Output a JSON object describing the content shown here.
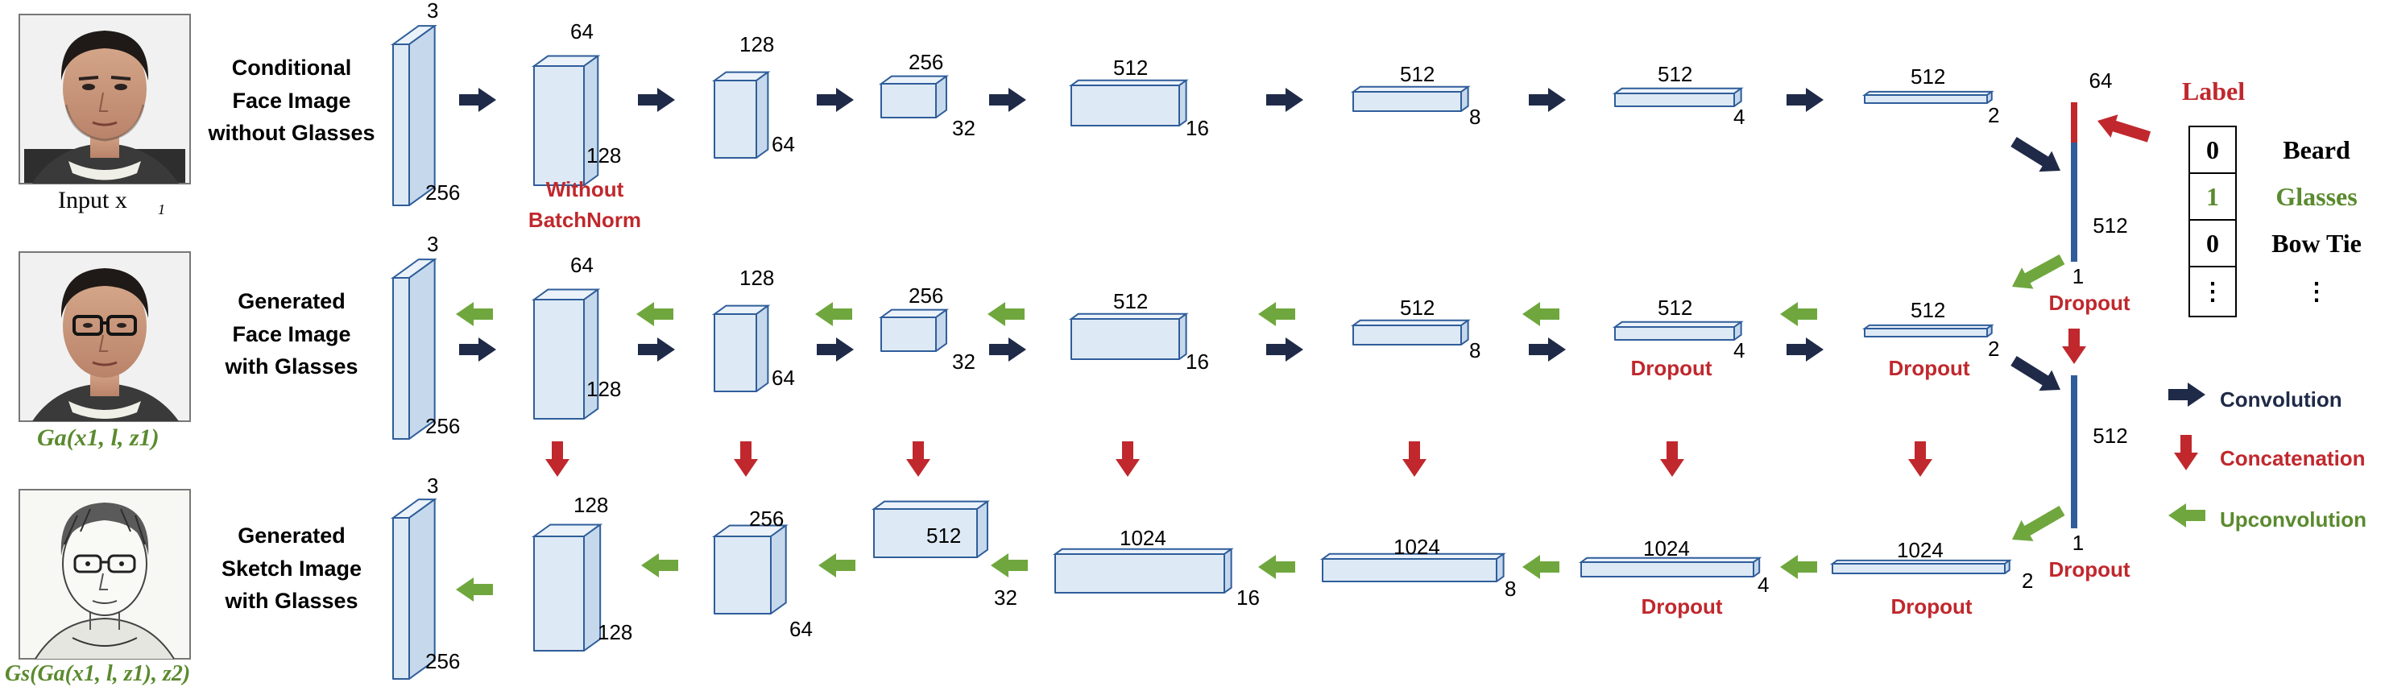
{
  "colors": {
    "conv": "#1f2a48",
    "upconv": "#6fa73e",
    "concat": "#c0282d",
    "red_text": "#c0282d",
    "green_text": "#5a8a2e",
    "block_fill": "#dde9f5",
    "block_stroke": "#2f5d9a"
  },
  "rows": {
    "row1_label": [
      "Conditional",
      "Face Image",
      "without Glasses"
    ],
    "row2_label": [
      "Generated",
      "Face Image",
      "with Glasses"
    ],
    "row3_label": [
      "Generated",
      "Sketch Image",
      "with Glasses"
    ]
  },
  "images": {
    "input_caption": "Input x",
    "input_sub": "1",
    "ga_caption": "Ga(x1, l, z1)",
    "gs_caption": "Gs(Ga(x1, l, z1), z2)"
  },
  "encoder": {
    "blocks": [
      {
        "channels": "3",
        "size": "256"
      },
      {
        "channels": "64",
        "size": "128"
      },
      {
        "channels": "128",
        "size": "64"
      },
      {
        "channels": "256",
        "size": "32"
      },
      {
        "channels": "512",
        "size": "16"
      },
      {
        "channels": "512",
        "size": "8"
      },
      {
        "channels": "512",
        "size": "4"
      },
      {
        "channels": "512",
        "size": "2"
      }
    ],
    "without_batchnorm": [
      "Without",
      "BatchNorm"
    ]
  },
  "face_decoder": {
    "blocks": [
      {
        "channels": "3",
        "size": "256"
      },
      {
        "channels": "64",
        "size": "128"
      },
      {
        "channels": "128",
        "size": "64"
      },
      {
        "channels": "256",
        "size": "32"
      },
      {
        "channels": "512",
        "size": "16"
      },
      {
        "channels": "512",
        "size": "8"
      },
      {
        "channels": "512",
        "size": "4"
      },
      {
        "channels": "512",
        "size": "2"
      }
    ],
    "dropout": "Dropout"
  },
  "sketch_decoder": {
    "blocks": [
      {
        "channels": "3",
        "size": "256"
      },
      {
        "channels": "128",
        "size": "128"
      },
      {
        "channels": "256",
        "size": "64"
      },
      {
        "channels": "512",
        "size": "32"
      },
      {
        "channels": "1024",
        "size": "16"
      },
      {
        "channels": "1024",
        "size": "8"
      },
      {
        "channels": "1024",
        "size": "4"
      },
      {
        "channels": "1024",
        "size": "2"
      }
    ],
    "dropout": "Dropout"
  },
  "bottleneck": {
    "top_channels": "64",
    "top_length": "512",
    "top_size": "1",
    "top_dropout": "Dropout",
    "bottom_length": "512",
    "bottom_size": "1",
    "bottom_dropout": "Dropout"
  },
  "label_vector": {
    "title": "Label",
    "items": [
      {
        "value": "0",
        "name": "Beard"
      },
      {
        "value": "1",
        "name": "Glasses"
      },
      {
        "value": "0",
        "name": "Bow Tie"
      },
      {
        "value": "⋮",
        "name": "⋮"
      }
    ]
  },
  "legend": {
    "items": [
      {
        "label": "Convolution",
        "icon": "conv-arrow-icon"
      },
      {
        "label": "Concatenation",
        "icon": "concat-arrow-icon"
      },
      {
        "label": "Upconvolution",
        "icon": "upconv-arrow-icon"
      }
    ]
  }
}
